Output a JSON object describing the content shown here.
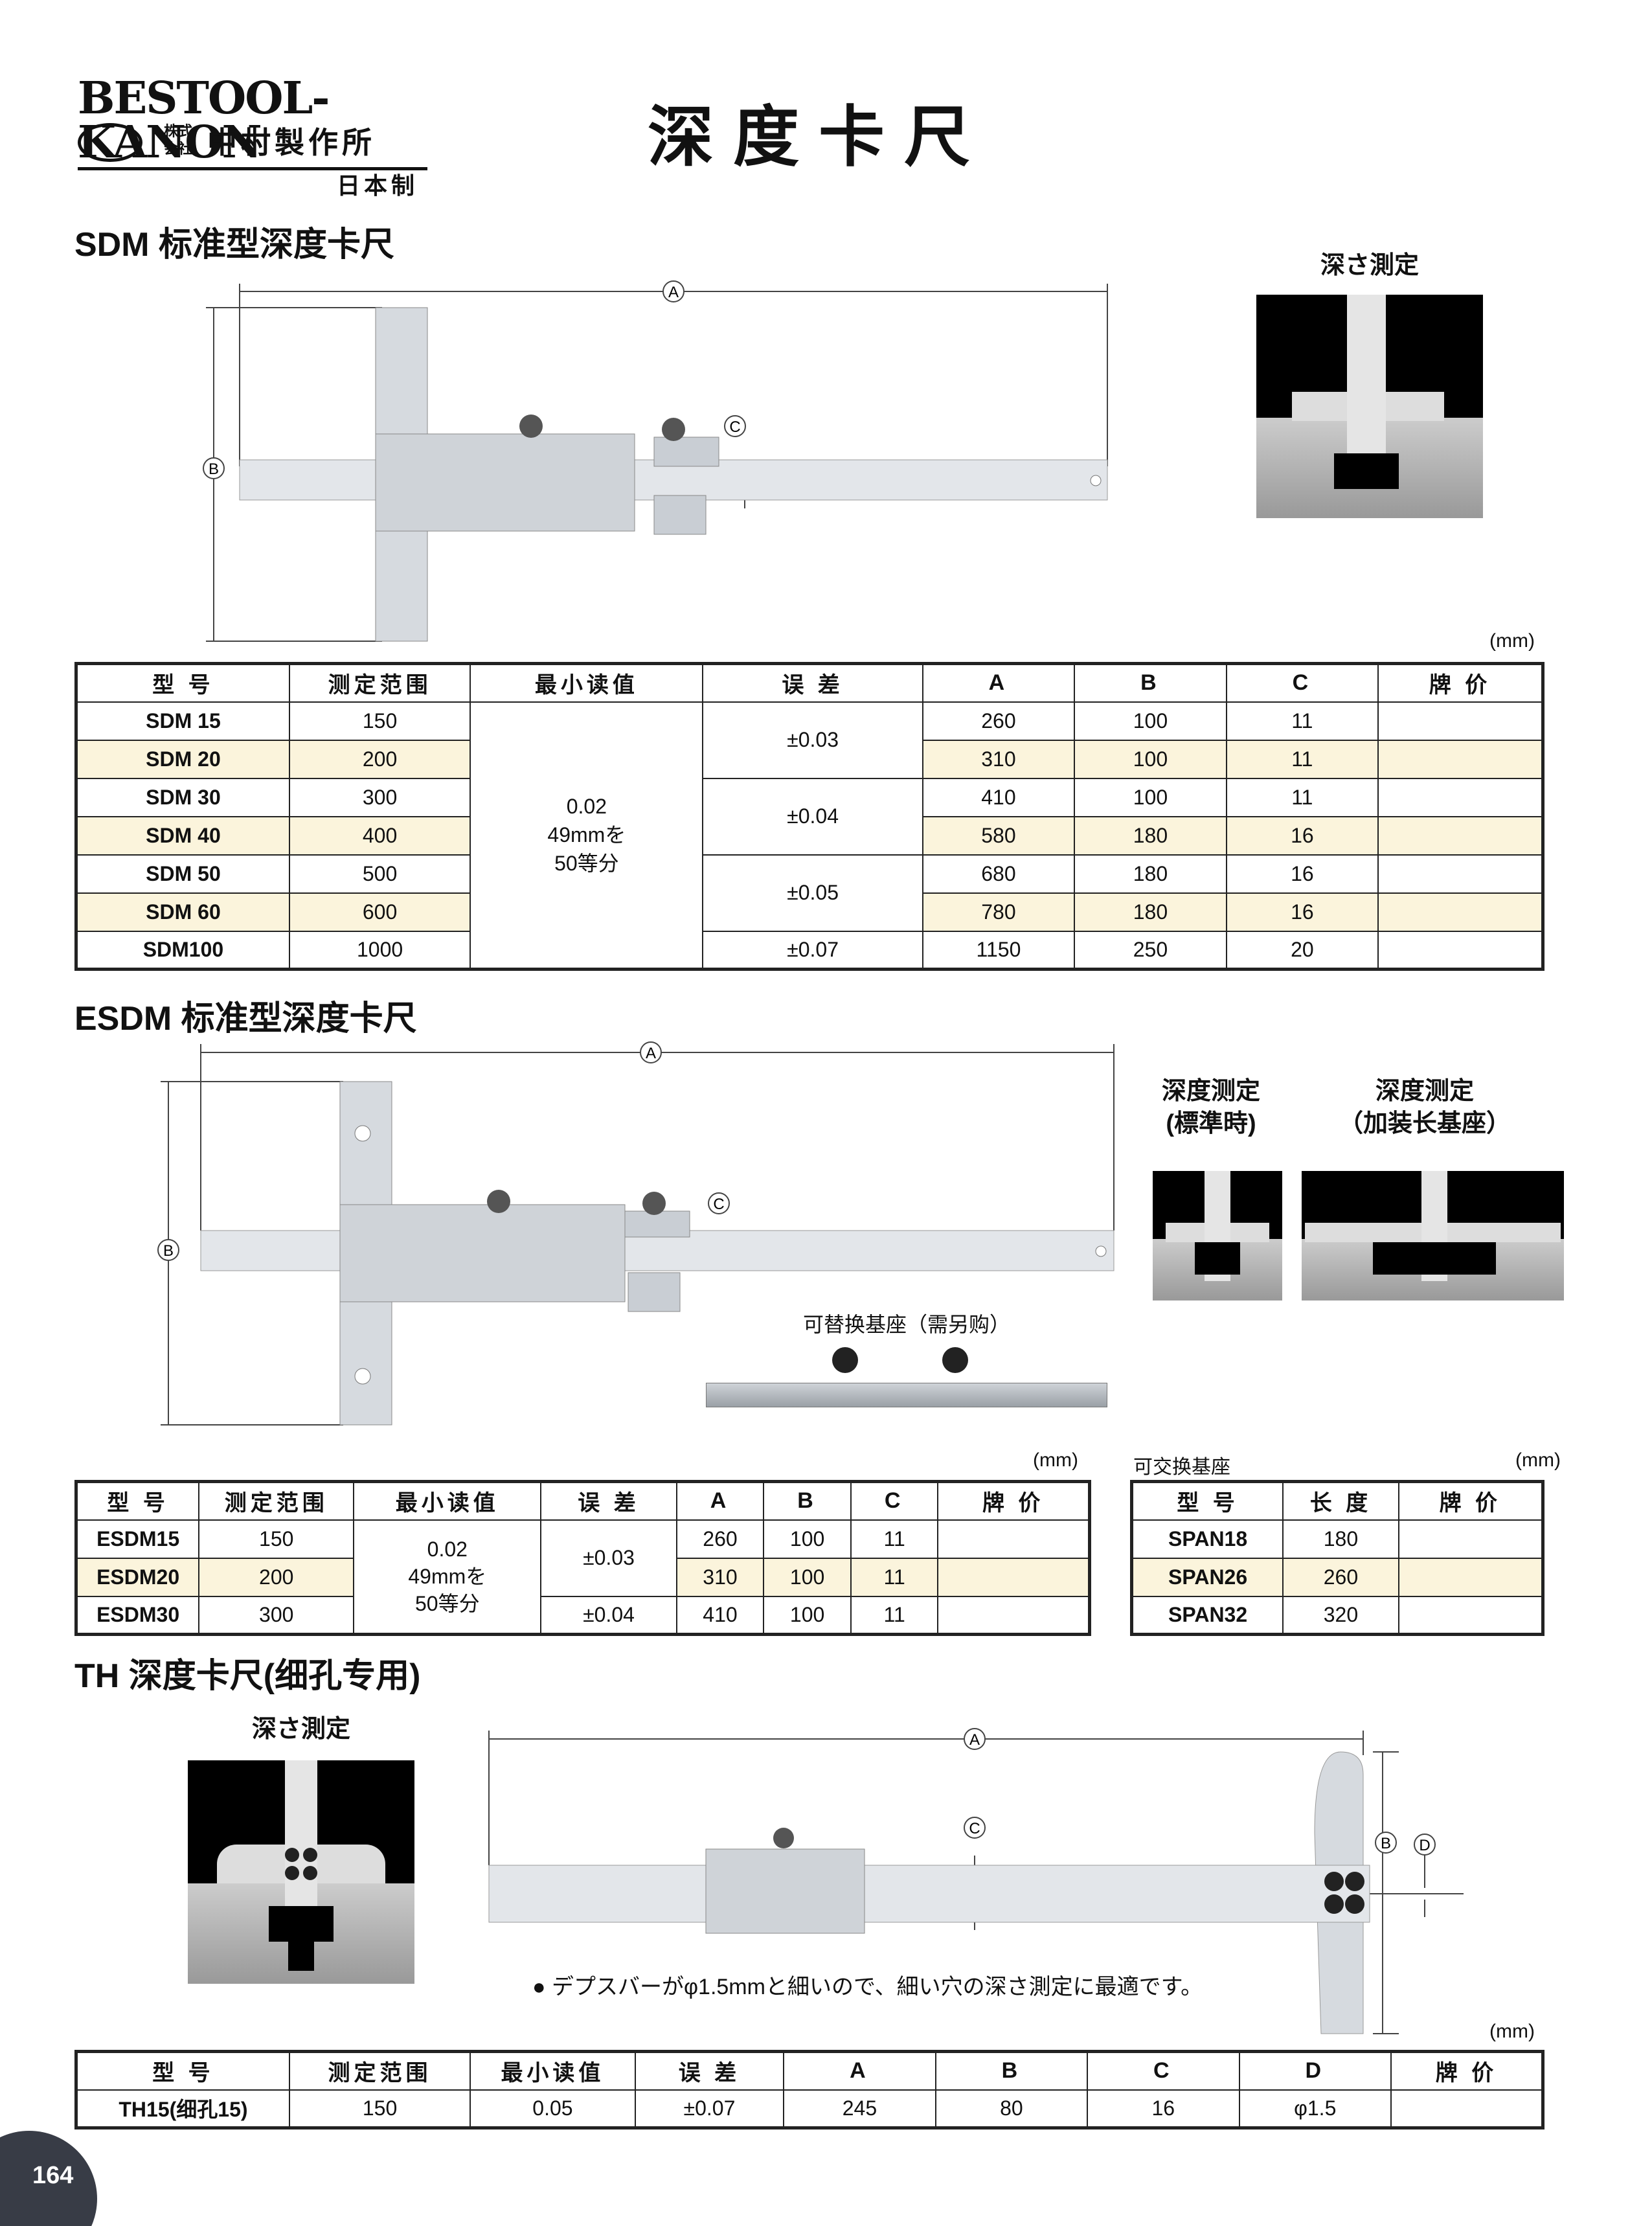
{
  "header": {
    "brand": "BESTOOL-KANON",
    "corp_mark": "株式\n会社",
    "maker": "中村製作所",
    "made_in": "日本制",
    "main_title": "深度卡尺"
  },
  "sdm": {
    "title": "SDM  标准型深度卡尺",
    "photo_caption": "深さ測定",
    "unit": "(mm)",
    "labels": {
      "a": "A",
      "b": "B",
      "c": "C"
    },
    "headers": [
      "型 号",
      "测定范围",
      "最小读值",
      "误 差",
      "A",
      "B",
      "C",
      "牌 价"
    ],
    "min_reading": [
      "0.02",
      "49mmを",
      "50等分"
    ],
    "errors": [
      "±0.03",
      "±0.04",
      "±0.05",
      "±0.07"
    ],
    "rows": [
      {
        "model": "SDM 15",
        "range": "150",
        "a": "260",
        "b": "100",
        "c": "11"
      },
      {
        "model": "SDM 20",
        "range": "200",
        "a": "310",
        "b": "100",
        "c": "11"
      },
      {
        "model": "SDM 30",
        "range": "300",
        "a": "410",
        "b": "100",
        "c": "11"
      },
      {
        "model": "SDM 40",
        "range": "400",
        "a": "580",
        "b": "180",
        "c": "16"
      },
      {
        "model": "SDM 50",
        "range": "500",
        "a": "680",
        "b": "180",
        "c": "16"
      },
      {
        "model": "SDM 60",
        "range": "600",
        "a": "780",
        "b": "180",
        "c": "16"
      },
      {
        "model": "SDM100",
        "range": "1000",
        "a": "1150",
        "b": "250",
        "c": "20"
      }
    ]
  },
  "esdm": {
    "title": "ESDM  标准型深度卡尺",
    "caption_std": "深度测定\n(標準時)",
    "caption_long": "深度测定\n（加装长基座）",
    "base_caption": "可替换基座（需另购）",
    "unit": "(mm)",
    "labels": {
      "a": "A",
      "b": "B",
      "c": "C"
    },
    "headers": [
      "型 号",
      "测定范围",
      "最小读值",
      "误 差",
      "A",
      "B",
      "C",
      "牌 价"
    ],
    "min_reading": [
      "0.02",
      "49mmを",
      "50等分"
    ],
    "errors": [
      "±0.03",
      "±0.04"
    ],
    "rows": [
      {
        "model": "ESDM15",
        "range": "150",
        "a": "260",
        "b": "100",
        "c": "11"
      },
      {
        "model": "ESDM20",
        "range": "200",
        "a": "310",
        "b": "100",
        "c": "11"
      },
      {
        "model": "ESDM30",
        "range": "300",
        "a": "410",
        "b": "100",
        "c": "11"
      }
    ],
    "span": {
      "title": "可交换基座",
      "unit": "(mm)",
      "headers": [
        "型 号",
        "长 度",
        "牌 价"
      ],
      "rows": [
        {
          "model": "SPAN18",
          "length": "180"
        },
        {
          "model": "SPAN26",
          "length": "260"
        },
        {
          "model": "SPAN32",
          "length": "320"
        }
      ]
    }
  },
  "th": {
    "title": "TH  深度卡尺(细孔专用)",
    "photo_caption": "深さ測定",
    "note": "● デプスバーがφ1.5mmと細いので、細い穴の深さ測定に最適です。",
    "unit": "(mm)",
    "labels": {
      "a": "A",
      "b": "B",
      "c": "C",
      "d": "D"
    },
    "headers": [
      "型 号",
      "测定范围",
      "最小读值",
      "误 差",
      "A",
      "B",
      "C",
      "D",
      "牌 价"
    ],
    "row": {
      "model": "TH15(细孔15)",
      "range": "150",
      "min": "0.05",
      "err": "±0.07",
      "a": "245",
      "b": "80",
      "c": "16",
      "d": "φ1.5"
    }
  },
  "page_number": "164"
}
